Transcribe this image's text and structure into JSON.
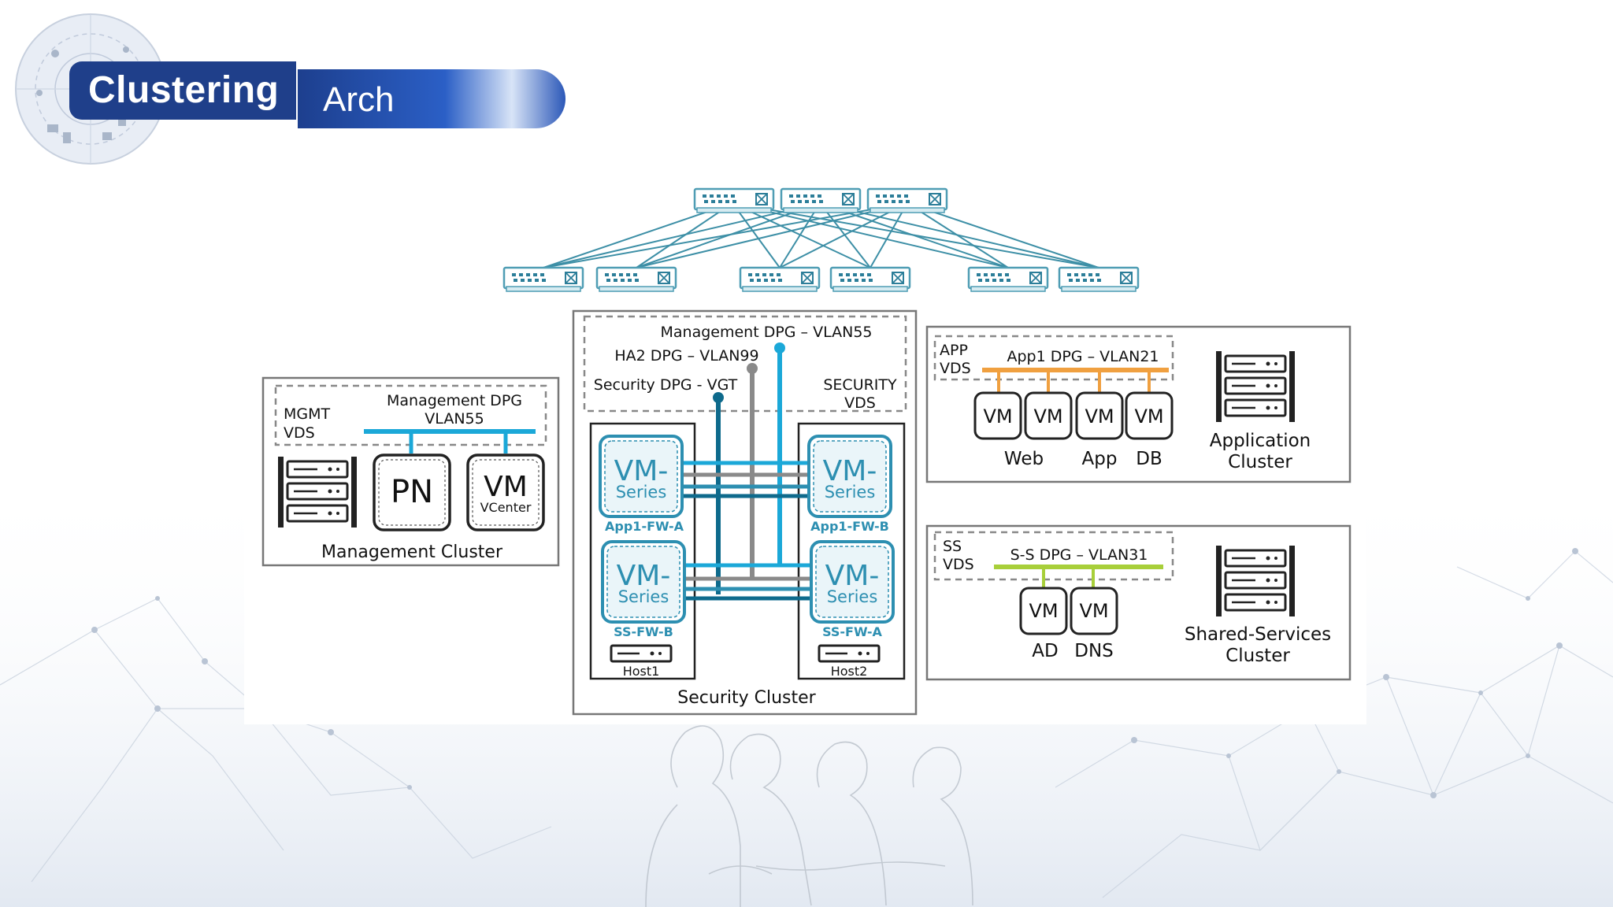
{
  "header": {
    "title": "Clustering",
    "subtitle": "Arch"
  },
  "colors": {
    "title_bg": "#1f3f8a",
    "switch": "#4f9db4",
    "mgmt_line": "#1ba8d8",
    "ha2_line": "#8a8a8a",
    "security_line": "#0e6a8c",
    "app_line": "#f0a040",
    "ss_line": "#a8cf3a",
    "vm_series": "#2d8fb1"
  },
  "management_cluster": {
    "vds_line1": "MGMT",
    "vds_line2": "VDS",
    "dpg_line1": "Management DPG",
    "dpg_line2": "VLAN55",
    "pn_label": "PN",
    "vm_label": "VM",
    "vcenter_label": "VCenter",
    "caption": "Management Cluster"
  },
  "security_cluster": {
    "mgmt_dpg": "Management DPG – VLAN55",
    "ha2_dpg": "HA2 DPG – VLAN99",
    "security_dpg": "Security DPG - VGT",
    "vds_line1": "SECURITY",
    "vds_line2": "VDS",
    "vm_series_line1": "VM-",
    "vm_series_line2": "Series",
    "fw_labels": [
      "App1-FW-A",
      "App1-FW-B",
      "SS-FW-B",
      "SS-FW-A"
    ],
    "host1": "Host1",
    "host2": "Host2",
    "caption": "Security Cluster"
  },
  "application_cluster": {
    "vds_line1": "APP",
    "vds_line2": "VDS",
    "dpg": "App1 DPG – VLAN21",
    "vm_label": "VM",
    "tier_web": "Web",
    "tier_app": "App",
    "tier_db": "DB",
    "caption_line1": "Application",
    "caption_line2": "Cluster"
  },
  "shared_services_cluster": {
    "vds_line1": "SS",
    "vds_line2": "VDS",
    "dpg": "S-S DPG – VLAN31",
    "vm_label": "VM",
    "vm_ad": "AD",
    "vm_dns": "DNS",
    "caption_line1": "Shared-Services",
    "caption_line2": "Cluster"
  }
}
